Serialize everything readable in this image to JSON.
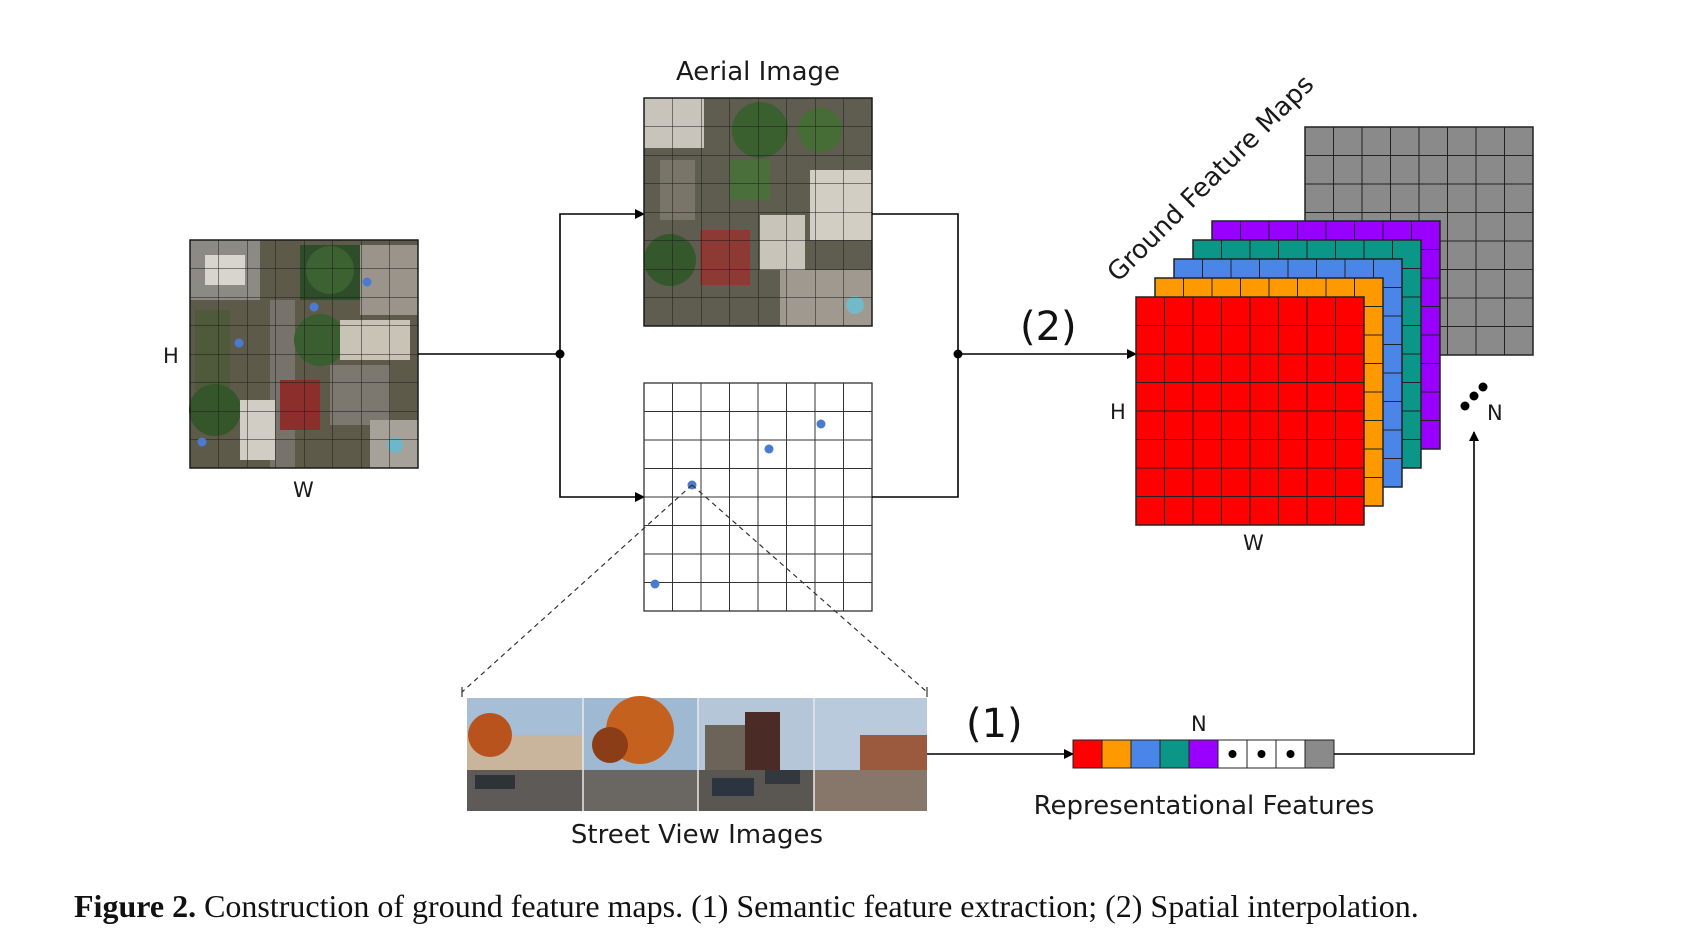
{
  "labels": {
    "aerial": "Aerial Image",
    "ground": "Ground Feature Maps",
    "street": "Street View Images",
    "repr": "Representational Features",
    "h": "H",
    "w": "W",
    "n": "N",
    "step1": "(1)",
    "step2": "(2)"
  },
  "caption": {
    "label": "Figure 2.",
    "text": "Construction of ground feature maps. (1) Semantic feature extraction; (2) Spatial interpolation."
  },
  "colors": {
    "red": "#ff0000",
    "orange": "#ff9900",
    "blue": "#4a86e8",
    "teal": "#0b9688",
    "purple": "#9900ff",
    "gray": "#8a8a8a",
    "dot": "#4a7bd0"
  },
  "icons": [
    "ellipsis-dots-icon",
    "arrow-icon"
  ]
}
